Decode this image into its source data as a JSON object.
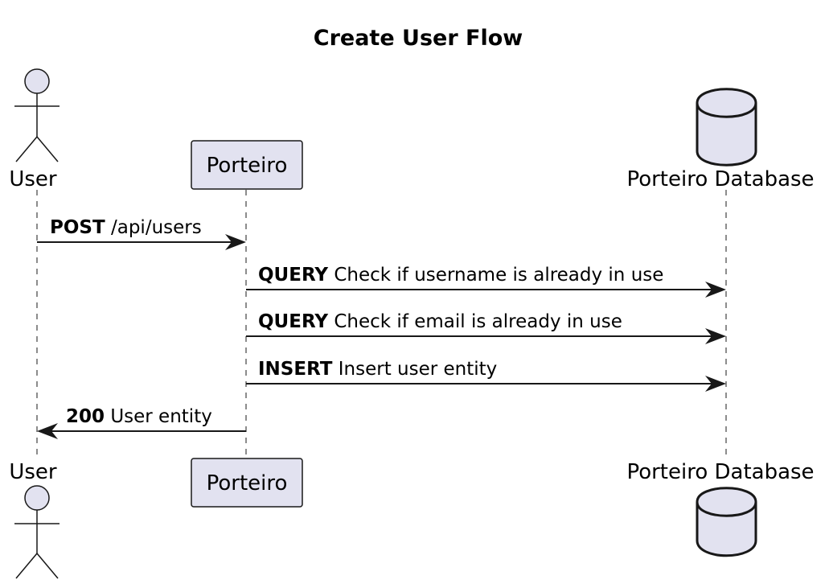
{
  "diagram": {
    "title": "Create User Flow",
    "colors": {
      "participant_fill": "#E2E2F0",
      "stroke": "#181818"
    },
    "participants": [
      {
        "id": "user",
        "kind": "actor",
        "label": "User",
        "icon": "actor-stick-figure-icon"
      },
      {
        "id": "porteiro",
        "kind": "participant",
        "label": "Porteiro"
      },
      {
        "id": "db",
        "kind": "database",
        "label": "Porteiro Database",
        "icon": "database-cylinder-icon"
      }
    ],
    "messages": [
      {
        "from": "user",
        "to": "porteiro",
        "keyword": "POST",
        "text": " /api/users"
      },
      {
        "from": "porteiro",
        "to": "db",
        "keyword": "QUERY",
        "text": " Check if username is already in use"
      },
      {
        "from": "porteiro",
        "to": "db",
        "keyword": "QUERY",
        "text": " Check if email is already in use"
      },
      {
        "from": "porteiro",
        "to": "db",
        "keyword": "INSERT",
        "text": " Insert user entity"
      },
      {
        "from": "porteiro",
        "to": "user",
        "keyword": "200",
        "text": " User entity"
      }
    ]
  }
}
